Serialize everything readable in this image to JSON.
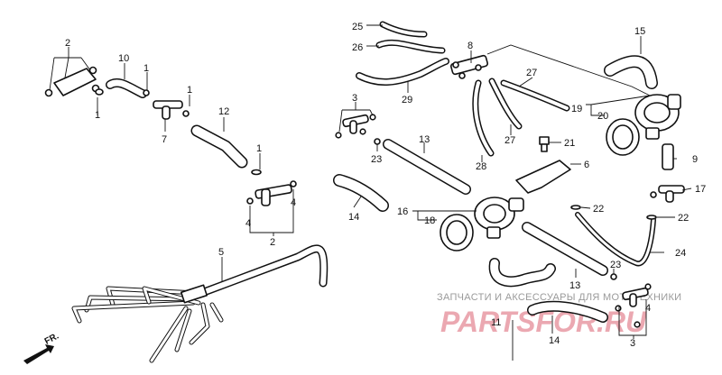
{
  "callouts": {
    "c2_top": "2",
    "c10": "10",
    "c1_a": "1",
    "c1_b": "1",
    "c1_c": "1",
    "c1_d": "1",
    "c7": "7",
    "c12": "12",
    "c4_l": "4",
    "c4_r": "4",
    "c2_mid": "2",
    "c5": "5",
    "c25": "25",
    "c26": "26",
    "c8": "8",
    "c15": "15",
    "c29": "29",
    "c27_a": "27",
    "c27_b": "27",
    "c19": "19",
    "c20": "20",
    "c3_a": "3",
    "c13_a": "13",
    "c23_a": "23",
    "c28": "28",
    "c21": "21",
    "c6": "6",
    "c9": "9",
    "c17": "17",
    "c14_a": "14",
    "c16": "16",
    "c18": "18",
    "c22_a": "22",
    "c22_b": "22",
    "c24": "24",
    "c13_b": "13",
    "c23_b": "23",
    "c11": "11",
    "c14_b": "14",
    "c4_b": "4",
    "c3_b": "3"
  },
  "watermark": {
    "tagline": "ЗАПЧАСТИ И АКСЕССУАРЫ ДЛЯ МОТОТЕХНИКИ",
    "brand": "PARTSFOR.RU"
  },
  "direction_label": "FR."
}
